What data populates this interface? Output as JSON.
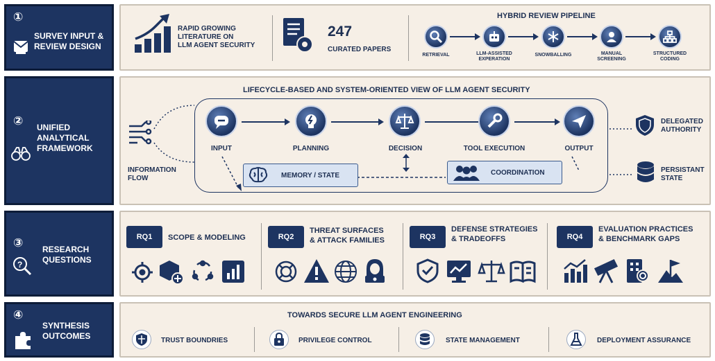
{
  "colors": {
    "navy": "#1d3461",
    "panel_bg": "#f6efe6",
    "text": "#1d2f52"
  },
  "section1": {
    "number": "①",
    "title_l1": "SURVEY INPUT &",
    "title_l2": "REVIEW DESIGN",
    "growing_l1": "RAPID GROWING",
    "growing_l2": "LITERATURE ON",
    "growing_l3": "LLM AGENT SECURITY",
    "count": "247",
    "count_label": "CURATED PAPERS",
    "pipeline_title": "HYBRID REVIEW PIPELINE",
    "steps": [
      {
        "l1": "RETRIEVAL",
        "l2": "",
        "icon": "search-icon"
      },
      {
        "l1": "LLM-ASSISTED",
        "l2": "EXPERATION",
        "icon": "robot-icon"
      },
      {
        "l1": "SNOWBALLING",
        "l2": "",
        "icon": "snowflake-icon"
      },
      {
        "l1": "MANUAL",
        "l2": "SCREENING",
        "icon": "person-icon"
      },
      {
        "l1": "STRUCTURED",
        "l2": "CODING",
        "icon": "hierarchy-icon"
      }
    ]
  },
  "section2": {
    "number": "②",
    "title_l1": "UNIFIED",
    "title_l2": "ANALYTICAL",
    "title_l3": "FRAMEWORK",
    "header": "LIFECYCLE-BASED AND SYSTEM-ORIENTED VIEW OF LLM AGENT SECURITY",
    "info_l1": "INFORMATION",
    "info_l2": "FLOW",
    "stages": [
      "INPUT",
      "PLANNING",
      "DECISION",
      "TOOL EXECUTION",
      "OUTPUT"
    ],
    "memory": "MEMORY / STATE",
    "coordination": "COORDINATION",
    "delegated_l1": "DELEGATED",
    "delegated_l2": "AUTHORITY",
    "persistant_l1": "PERSISTANT",
    "persistant_l2": "STATE"
  },
  "section3": {
    "number": "③",
    "title_l1": "RESEARCH",
    "title_l2": "QUESTIONS",
    "rqs": [
      {
        "tag": "RQ1",
        "l1": "SCOPE & MODELING",
        "l2": ""
      },
      {
        "tag": "RQ2",
        "l1": "THREAT SURFACES",
        "l2": "& ATTACK FAMILIES"
      },
      {
        "tag": "RQ3",
        "l1": "DEFENSE STRATEGIES",
        "l2": "& TRADEOFFS"
      },
      {
        "tag": "RQ4",
        "l1": "EVALUATION PRACTICES",
        "l2": "& BENCHMARK GAPS"
      }
    ]
  },
  "section4": {
    "number": "④",
    "title_l1": "SYNTHESIS",
    "title_l2": "OUTCOMES",
    "header": "TOWARDS SECURE LLM AGENT ENGINEERING",
    "items": [
      "TRUST BOUNDRIES",
      "PRIVILEGE CONTROL",
      "STATE MANAGEMENT",
      "DEPLOYMENT ASSURANCE"
    ]
  }
}
